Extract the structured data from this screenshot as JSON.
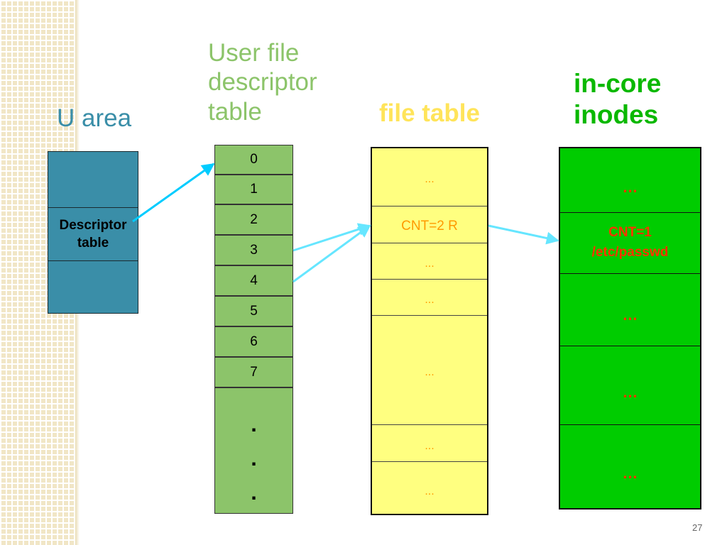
{
  "titles": {
    "u_area_u": "U",
    "u_area_rest": " area",
    "ufd": [
      "User file",
      "descriptor",
      "table"
    ],
    "file_table": "file table",
    "inodes": [
      "in-core",
      "inodes"
    ]
  },
  "u_area": {
    "label": [
      "Descriptor",
      "table"
    ]
  },
  "ufd_rows": [
    "0",
    "1",
    "2",
    "3",
    "4",
    "5",
    "6",
    "7"
  ],
  "ufd_dots": [
    ".",
    ".",
    "."
  ],
  "file_table_rows": [
    "...",
    "CNT=2 R",
    "...",
    "...",
    "...",
    "...",
    "..."
  ],
  "inode_rows": [
    "…",
    "CNT=1",
    "/etc/passwd",
    "…",
    "…",
    "…"
  ],
  "page_number": "27",
  "colors": {
    "u_area": "#3a8ea8",
    "ufd": "#8cc46a",
    "file_table": "#ffff80",
    "inodes": "#00cc00",
    "arrow": "#00ccff",
    "arrow_light": "#66e6ff"
  }
}
